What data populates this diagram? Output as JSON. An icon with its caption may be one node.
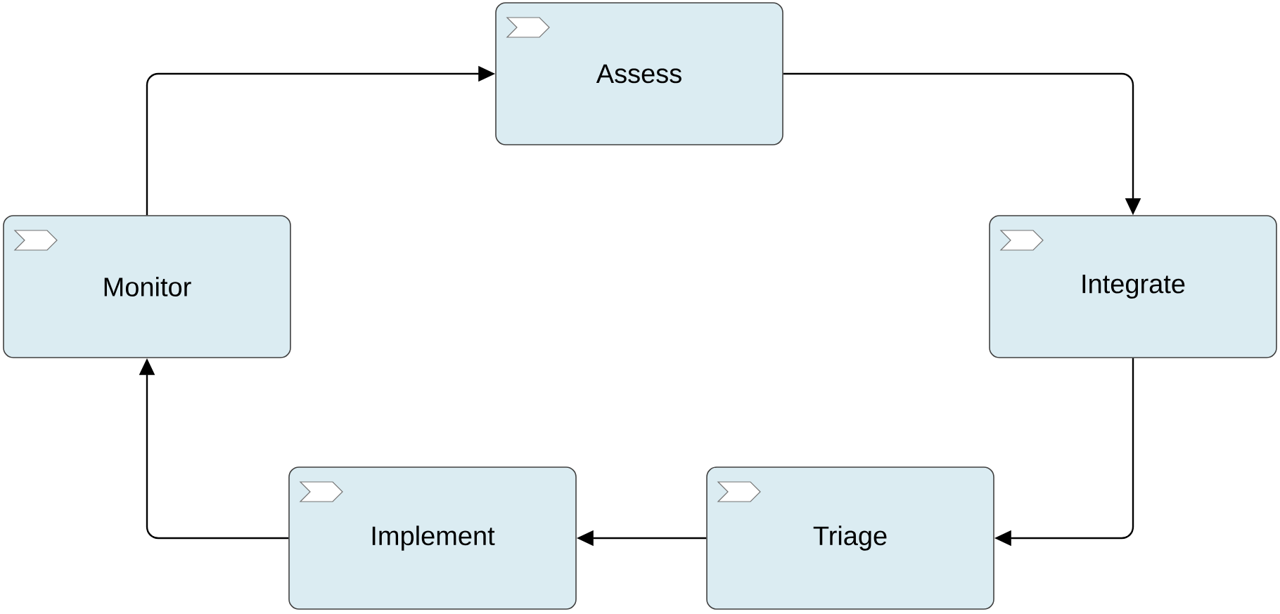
{
  "diagram": {
    "nodes": [
      {
        "text": [
          "Assess"
        ]
      },
      {
        "text": [
          "Integrate"
        ]
      },
      {
        "text": [
          "Triage"
        ]
      },
      {
        "text": [
          "Implement"
        ]
      },
      {
        "text": [
          "Monitor"
        ]
      }
    ],
    "edges": [
      {
        "from": 4,
        "to": 0,
        "arrow": "to"
      },
      {
        "from": 0,
        "to": 1,
        "arrow": "to"
      },
      {
        "from": 1,
        "to": 2,
        "arrow": "to"
      },
      {
        "from": 2,
        "to": 3,
        "arrow": "to"
      },
      {
        "from": 3,
        "to": 4,
        "arrow": "to"
      }
    ]
  }
}
